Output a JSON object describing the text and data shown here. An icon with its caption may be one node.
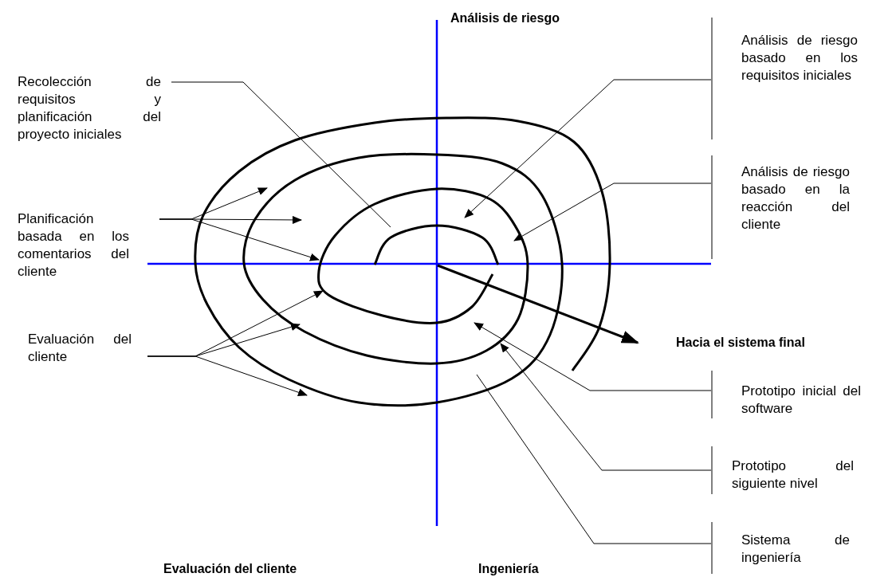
{
  "diagram": {
    "nodes": [
      {
        "text": [
          "Recolección de requisitos y planificación del proyecto iniciales"
        ]
      },
      {
        "text": [
          "Planificación basada en los comentarios del cliente"
        ]
      },
      {
        "text": [
          "Evaluación del cliente"
        ]
      },
      {
        "text": [
          "Análisis de riesgo basado en los requisitos iniciales"
        ]
      },
      {
        "text": [
          "Análisis de riesgo basado en la reacción del cliente"
        ]
      },
      {
        "text": [
          "Prototipo inicial del software"
        ]
      },
      {
        "text": [
          "Prototipo del siguiente nivel"
        ]
      },
      {
        "text": [
          "Sistema de ingeniería"
        ]
      }
    ],
    "edges": [
      {
        "from": 0,
        "to": null,
        "arrow": "none"
      },
      {
        "from": 1,
        "to": null,
        "arrow": "to"
      },
      {
        "from": 1,
        "to": null,
        "arrow": "to"
      },
      {
        "from": 1,
        "to": null,
        "arrow": "to"
      },
      {
        "from": 2,
        "to": null,
        "arrow": "to"
      },
      {
        "from": 2,
        "to": null,
        "arrow": "to"
      },
      {
        "from": 2,
        "to": null,
        "arrow": "to"
      },
      {
        "from": 3,
        "to": null,
        "arrow": "to"
      },
      {
        "from": 4,
        "to": null,
        "arrow": "to"
      },
      {
        "from": 5,
        "to": null,
        "arrow": "to"
      },
      {
        "from": 6,
        "to": null,
        "arrow": "to"
      },
      {
        "from": 7,
        "to": null,
        "arrow": "none"
      }
    ],
    "labels": [
      "Análisis de riesgo",
      "Hacia el sistema final",
      "Evaluación del cliente",
      "Ingeniería"
    ]
  }
}
